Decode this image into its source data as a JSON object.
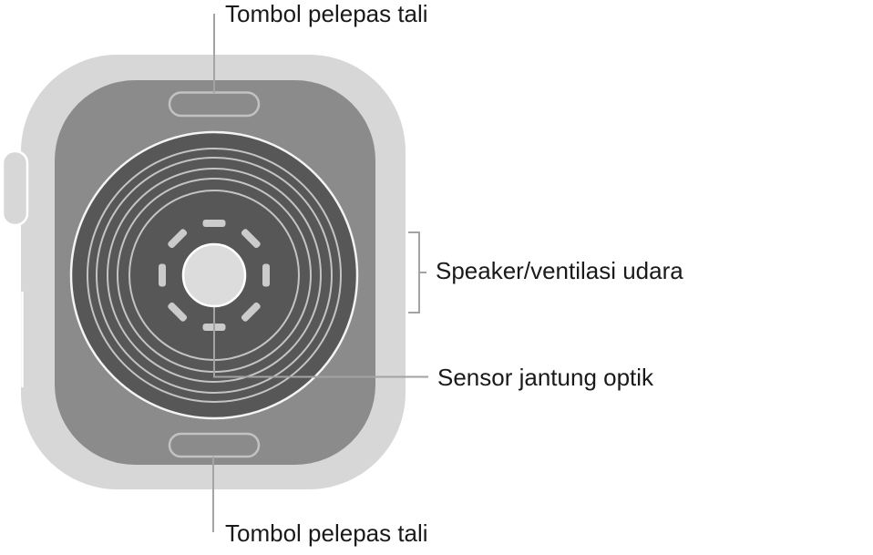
{
  "colors": {
    "background": "#ffffff",
    "body": "#d7d7d7",
    "plate": "#8b8b8b",
    "sensor_disc": "#575757",
    "disc_edge": "#f4f4f4",
    "ring": "#c4c4c4",
    "dash": "#cbcbcb",
    "sensor_window": "#dcdcdc",
    "slot_outline": "#c2c2c2",
    "callout_line": "#a3a3a3",
    "label_text": "#1a1a1a"
  },
  "labels": {
    "band_release_top": "Tombol pelepas tali",
    "speaker_vent": "Speaker/ventilasi udara",
    "heart_sensor": "Sensor jantung optik",
    "band_release_bottom": "Tombol pelepas tali"
  }
}
